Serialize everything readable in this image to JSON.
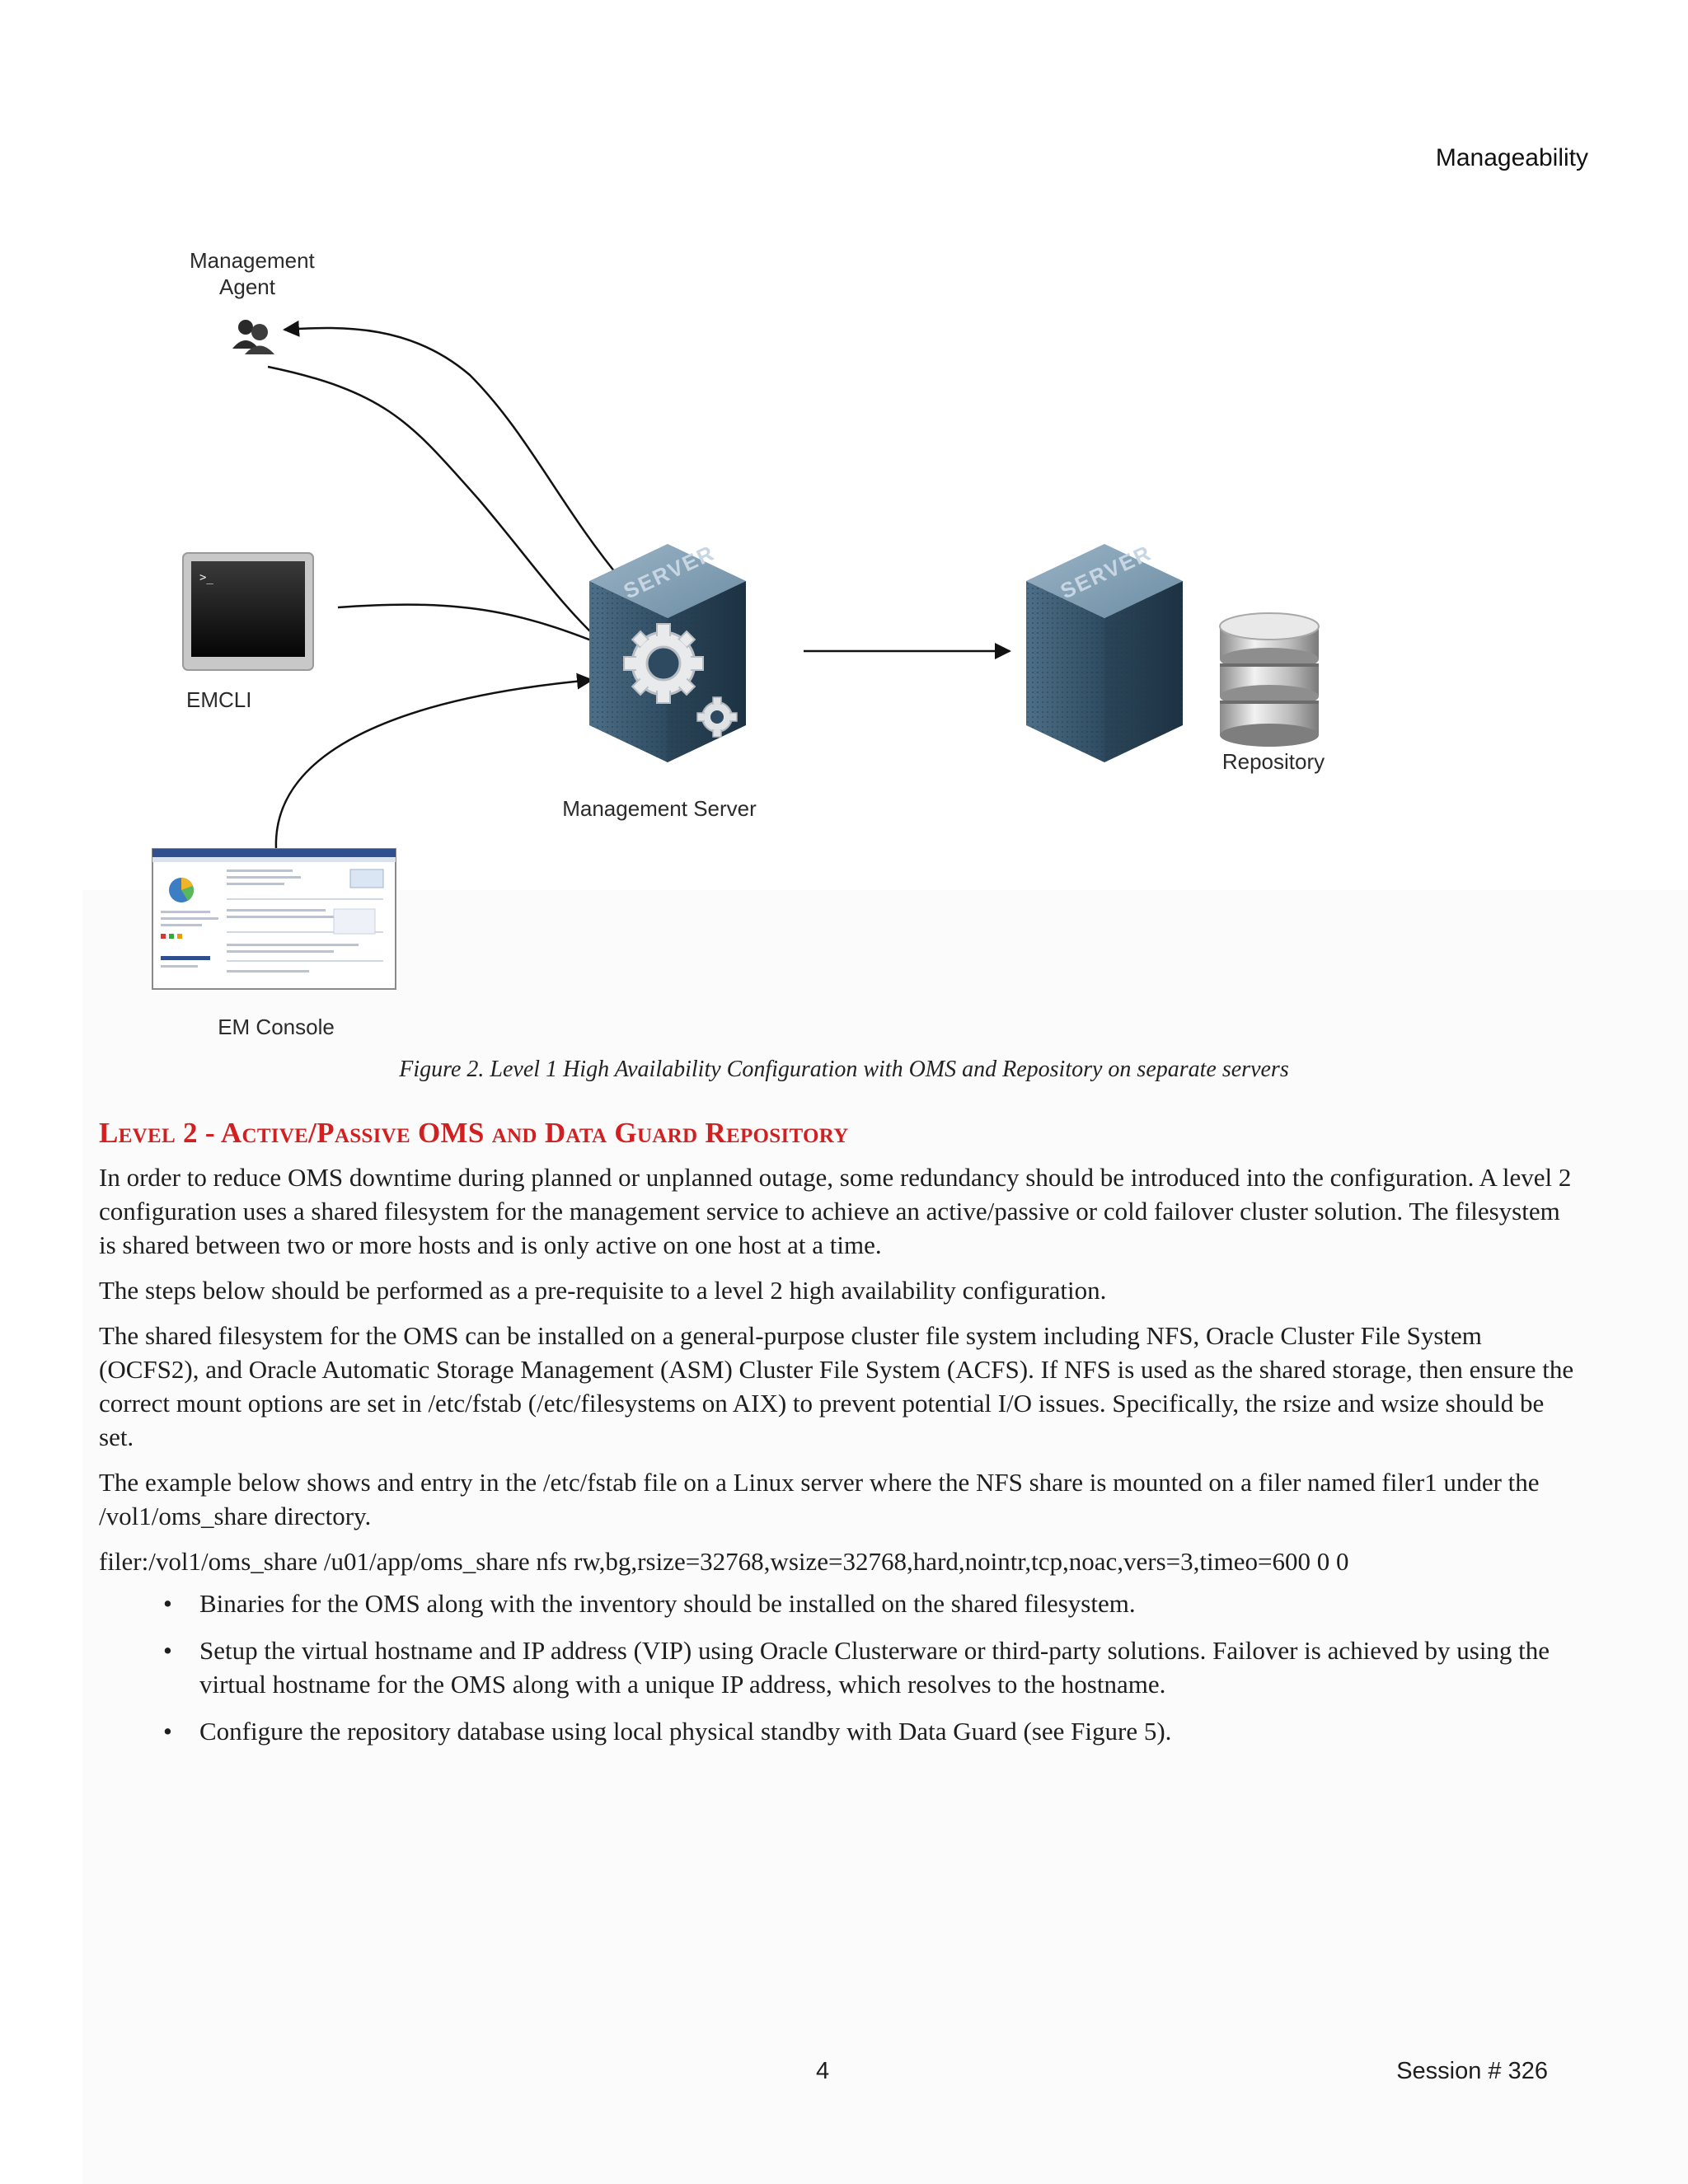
{
  "header": {
    "section": "Manageability"
  },
  "diagram": {
    "labels": {
      "management_agent": "Management Agent",
      "emcli": "EMCLI",
      "em_console": "EM Console",
      "management_server": "Management Server",
      "repository": "Repository"
    },
    "server_text": "SERVER",
    "terminal_prompt": ">_"
  },
  "figure": {
    "caption": "Figure 2. Level 1 High Availability Configuration with OMS and Repository on separate servers"
  },
  "section": {
    "heading": "Level 2 - Active/Passive OMS and Data Guard Repository",
    "paragraphs": [
      "In order to reduce OMS downtime during planned or unplanned outage, some redundancy should be introduced into the configuration. A level 2 configuration uses a shared filesystem for the management service to achieve an active/passive or cold failover cluster solution. The filesystem is shared between two or more hosts and is only active on one host at a time.",
      "The steps below should be performed as a pre-requisite to a level 2 high availability configuration.",
      "The shared filesystem for the OMS can be installed on a general-purpose cluster file system including NFS, Oracle Cluster File System (OCFS2), and Oracle Automatic Storage Management (ASM) Cluster File System (ACFS). If NFS is used as the shared storage, then ensure the correct mount options are set in /etc/fstab (/etc/filesystems on AIX) to prevent potential I/O issues. Specifically, the rsize and wsize should be set.",
      "The example below shows and entry in the /etc/fstab file on a Linux server where the NFS share is mounted on a filer named filer1 under the /vol1/oms_share directory.",
      "filer:/vol1/oms_share /u01/app/oms_share nfs rw,bg,rsize=32768,wsize=32768,hard,nointr,tcp,noac,vers=3,timeo=600 0 0"
    ],
    "bullets": [
      "Binaries for the OMS along with the inventory should be installed on the shared filesystem.",
      "Setup the virtual hostname and IP address (VIP) using Oracle Clusterware or third-party solutions.  Failover is achieved by using the virtual hostname for the OMS along with a unique IP address, which resolves to the hostname.",
      "Configure the repository database using local physical standby with Data Guard (see Figure 5)."
    ]
  },
  "footer": {
    "page_number": "4",
    "session": "Session # 326"
  }
}
